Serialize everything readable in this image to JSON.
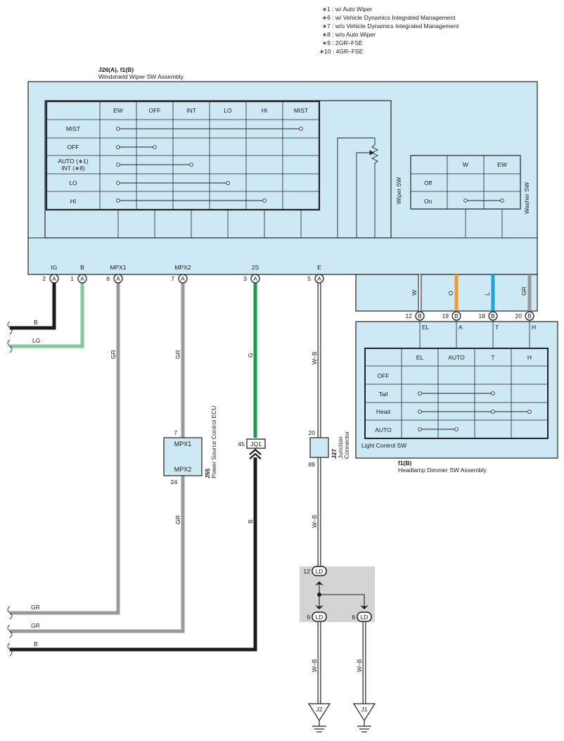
{
  "notes": [
    "∗1 : w/ Auto Wiper",
    "∗6 : w/ Vehicle Dynamics Integrated Management",
    "∗7 : w/o Vehicle Dynamics Integrated Management",
    "∗8 : w/o Auto Wiper",
    "∗9 : 2GR–FSE",
    "∗10 : 4GR–FSE"
  ],
  "wiper_assembly": {
    "code": "J26(A), f1(B)",
    "name": "Windshield Wiper SW Assembly",
    "switch_label": "Wiper SW",
    "table": {
      "columns": [
        "EW",
        "OFF",
        "INT",
        "LO",
        "HI",
        "MIST"
      ],
      "rows": [
        "MIST",
        "OFF",
        "AUTO (∗1)",
        "INT (∗8)",
        "LO",
        "HI"
      ]
    },
    "terminals": [
      {
        "pin": "2",
        "conn": "A",
        "name": "IG"
      },
      {
        "pin": "1",
        "conn": "A",
        "name": "B"
      },
      {
        "pin": "6",
        "conn": "A",
        "name": "MPX1"
      },
      {
        "pin": "7",
        "conn": "A",
        "name": "MPX2"
      },
      {
        "pin": "3",
        "conn": "A",
        "name": "2S"
      },
      {
        "pin": "5",
        "conn": "A",
        "name": "E"
      }
    ]
  },
  "washer_sw": {
    "label": "Washer SW",
    "columns": [
      "W",
      "EW"
    ],
    "rows": [
      "Off",
      "On"
    ]
  },
  "light_sw": {
    "label": "Light Control SW",
    "assembly_code": "f1(B)",
    "assembly_name": "Headlamp Dimmer SW Assembly",
    "columns": [
      "EL",
      "AUTO",
      "T",
      "H"
    ],
    "rows": [
      "OFF",
      "Tail",
      "Head",
      "AUTO"
    ],
    "terminals": [
      {
        "pin": "12",
        "conn": "B",
        "name": "EL",
        "color": "W"
      },
      {
        "pin": "19",
        "conn": "B",
        "name": "A",
        "color": "O"
      },
      {
        "pin": "18",
        "conn": "B",
        "name": "T",
        "color": "L"
      },
      {
        "pin": "20",
        "conn": "B",
        "name": "H",
        "color": "GR"
      }
    ]
  },
  "wires": {
    "b": "B",
    "lg": "LG",
    "gr": "GR",
    "g": "G",
    "wb": "W–B"
  },
  "ecu": {
    "code": "J55",
    "name": "Power Source Control ECU",
    "pin_top": "7",
    "pin_bottom": "24",
    "label_top": "MPX1",
    "label_bottom": "MPX2"
  },
  "jq1": {
    "pin": "45",
    "label": "JQ1"
  },
  "junction": {
    "code": "J27",
    "name": "Junction Connector",
    "pin_top": "20",
    "pin_bottom": "89"
  },
  "ld": {
    "label": "LD",
    "pin_top": "12",
    "pin_left": "9",
    "pin_right": "8"
  },
  "grounds": [
    "J2",
    "J1"
  ],
  "colors": {
    "panel": "#cde9f6",
    "black": "#1c1c1c",
    "light_green": "#7ccf9c",
    "gray": "#9a9a9a",
    "green": "#0fa040",
    "orange": "#f59a2a",
    "blue": "#1aa5e0",
    "splice_bg": "#d4d4d4"
  }
}
